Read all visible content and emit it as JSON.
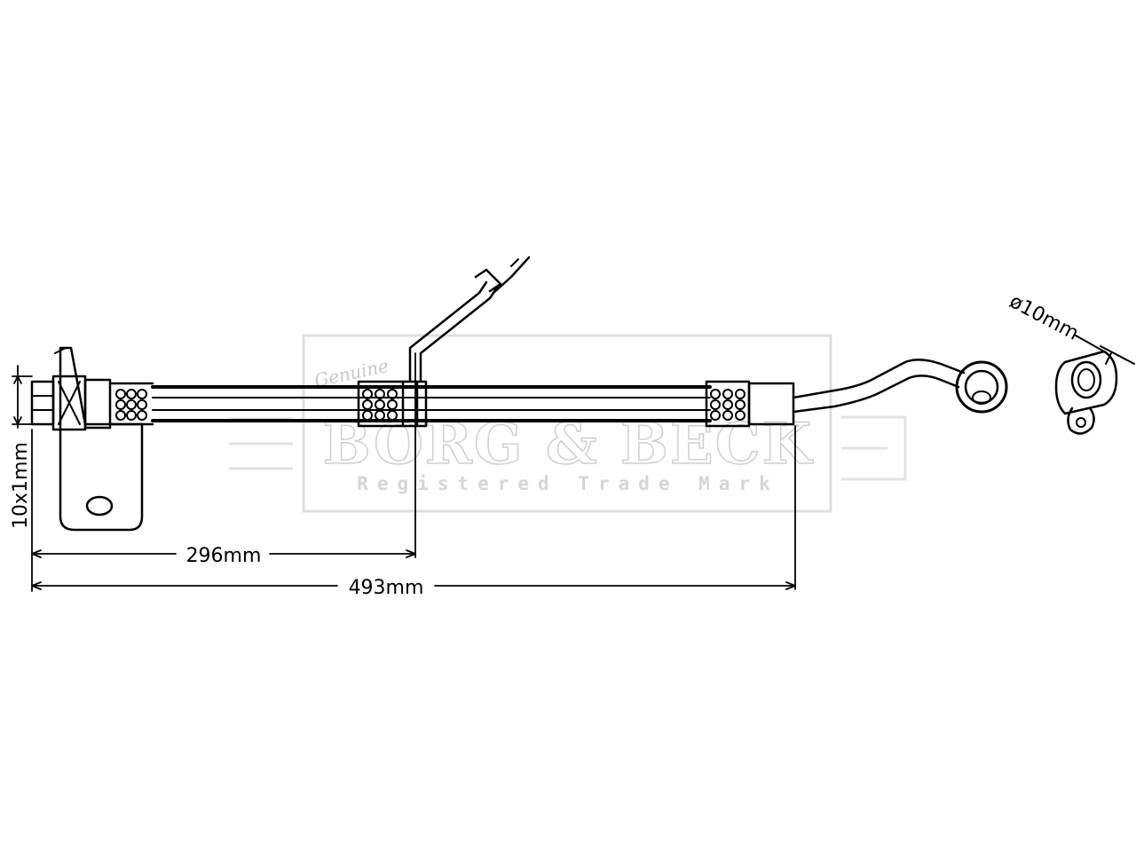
{
  "dimensions": {
    "length_total": "493mm",
    "length_bracket": "296mm",
    "thread": "10x1mm",
    "banjo_diameter": "ø10mm"
  },
  "watermark": {
    "script": "Genuine",
    "brand": "BORG & BECK",
    "tagline": "Registered Trade Mark"
  },
  "colors": {
    "line": "#000000",
    "watermark": "#cfcfcf"
  }
}
